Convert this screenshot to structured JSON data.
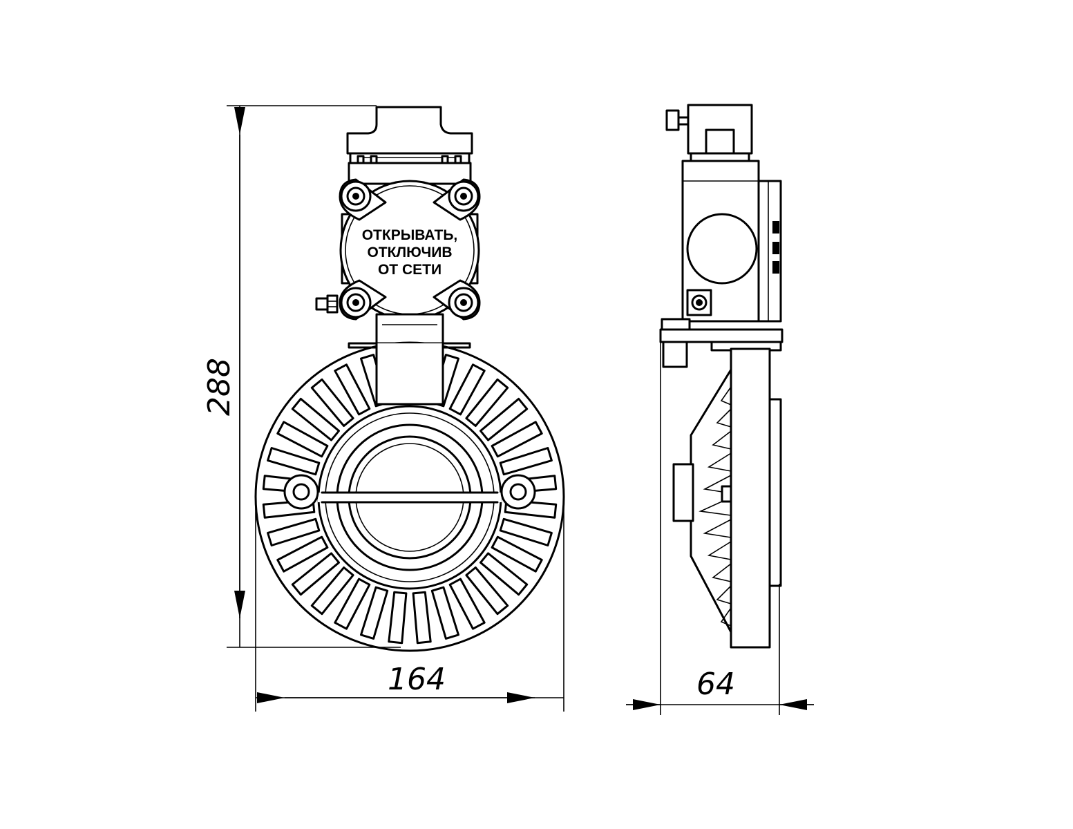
{
  "drawing": {
    "front_view": {
      "warning_label": [
        "ОТКРЫВАТЬ,",
        "ОТКЛЮЧИВ",
        "ОТ СЕТИ"
      ]
    },
    "dimensions": {
      "height": "288",
      "width": "164",
      "depth": "64"
    }
  }
}
